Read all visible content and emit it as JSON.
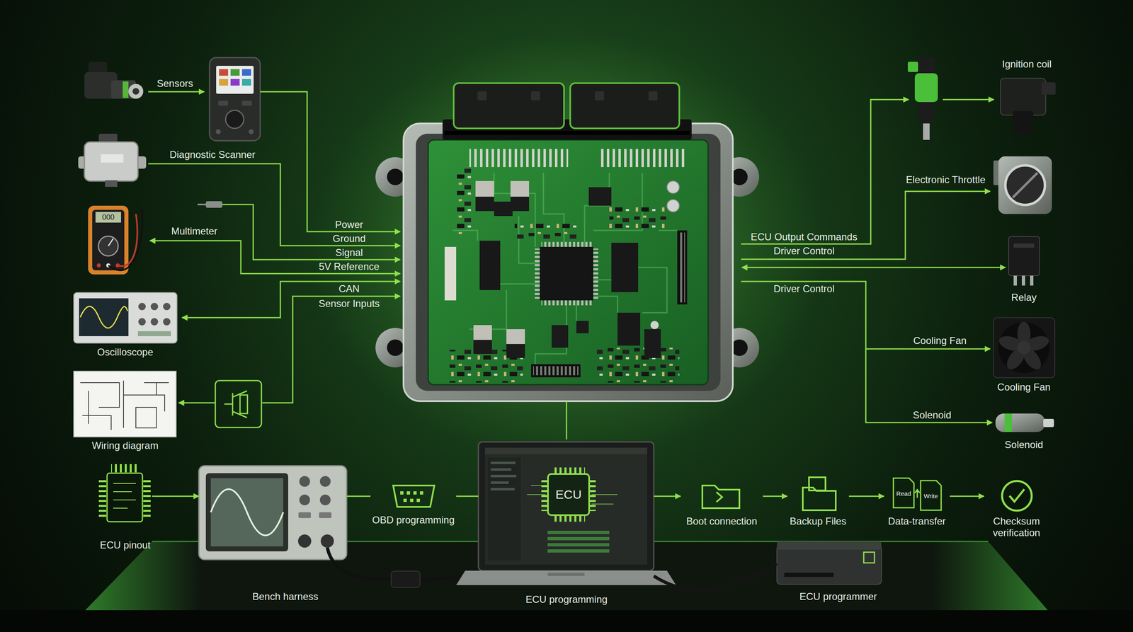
{
  "diagram": {
    "nodes": [
      {
        "text": [
          "Diagnostic Scanner"
        ]
      },
      {
        "text": [
          "Multimeter"
        ]
      },
      {
        "text": [
          "Oscilloscope"
        ]
      },
      {
        "text": [
          "Wiring diagram"
        ]
      },
      {
        "text": [
          "ECU pinout"
        ]
      },
      {
        "text": [
          "Bench harness"
        ]
      },
      {
        "text": [
          "OBD programming"
        ]
      },
      {
        "text": [
          "ECU programming"
        ]
      },
      {
        "text": [
          "ECU"
        ],
        "in": 7
      },
      {
        "text": [
          "Boot connection"
        ]
      },
      {
        "text": [
          "Backup Files"
        ]
      },
      {
        "text": [
          "Read",
          "Write",
          "Data-transfer"
        ]
      },
      {
        "text": [
          "Checksum verification"
        ]
      },
      {
        "text": [
          "ECU programmer"
        ]
      },
      {
        "text": [
          "Ignition coil"
        ]
      },
      {
        "text": [
          "Electronic Throttle"
        ]
      },
      {
        "text": [
          "Relay"
        ]
      },
      {
        "text": [
          "Cooling Fan"
        ]
      },
      {
        "text": [
          "Solenoid"
        ]
      }
    ],
    "edges": [
      {
        "from": 4,
        "to": 5,
        "arrow": "to"
      },
      {
        "from": 5,
        "to": 6,
        "arrow": "none"
      },
      {
        "from": 6,
        "to": 7,
        "arrow": "none"
      },
      {
        "from": 7,
        "to": 9,
        "arrow": "to"
      },
      {
        "from": 9,
        "to": 10,
        "arrow": "to"
      },
      {
        "from": 10,
        "to": 11,
        "arrow": "to"
      },
      {
        "from": 11,
        "to": 12,
        "arrow": "to"
      },
      {
        "from": 7,
        "to": 13,
        "arrow": "none"
      }
    ],
    "labels": [
      "Sensors",
      "000",
      "Power",
      "Ground",
      "Signal",
      "5V Reference",
      "CAN",
      "Sensor Inputs",
      "ECU Output Commands",
      "Driver Control",
      "Driver Control",
      "Cooling Fan",
      "Solenoid"
    ]
  }
}
